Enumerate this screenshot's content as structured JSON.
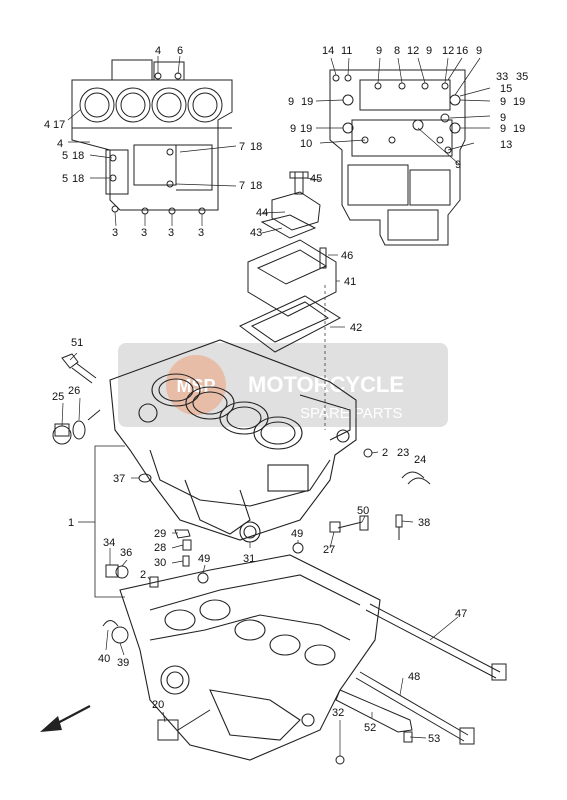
{
  "diagram": {
    "watermark": {
      "title": "MOTORCYCLE",
      "subtitle": "SPARE PARTS",
      "logo": "MSP"
    },
    "direction_arrow": "front-direction-arrow",
    "labels": [
      {
        "id": "L4a",
        "text": "4"
      },
      {
        "id": "L6",
        "text": "6"
      },
      {
        "id": "L4b",
        "text": "4"
      },
      {
        "id": "L17",
        "text": "17"
      },
      {
        "id": "L4c",
        "text": "4"
      },
      {
        "id": "L5a",
        "text": "5"
      },
      {
        "id": "L18a",
        "text": "18"
      },
      {
        "id": "L5b",
        "text": "5"
      },
      {
        "id": "L18b",
        "text": "18"
      },
      {
        "id": "L7a",
        "text": "7"
      },
      {
        "id": "L18c",
        "text": "18"
      },
      {
        "id": "L7b",
        "text": "7"
      },
      {
        "id": "L18d",
        "text": "18"
      },
      {
        "id": "L3a",
        "text": "3"
      },
      {
        "id": "L3b",
        "text": "3"
      },
      {
        "id": "L3c",
        "text": "3"
      },
      {
        "id": "L3d",
        "text": "3"
      },
      {
        "id": "L14",
        "text": "14"
      },
      {
        "id": "L11",
        "text": "11"
      },
      {
        "id": "L9a",
        "text": "9"
      },
      {
        "id": "L8",
        "text": "8"
      },
      {
        "id": "L9b",
        "text": "9"
      },
      {
        "id": "L12a",
        "text": "12"
      },
      {
        "id": "L12b",
        "text": "12"
      },
      {
        "id": "L16",
        "text": "16"
      },
      {
        "id": "L9c",
        "text": "9"
      },
      {
        "id": "L33",
        "text": "33"
      },
      {
        "id": "L35",
        "text": "35"
      },
      {
        "id": "L15",
        "text": "15"
      },
      {
        "id": "L9d",
        "text": "9"
      },
      {
        "id": "L19a",
        "text": "19"
      },
      {
        "id": "L9e",
        "text": "9"
      },
      {
        "id": "L19b",
        "text": "19"
      },
      {
        "id": "L9f",
        "text": "9"
      },
      {
        "id": "L9g",
        "text": "9"
      },
      {
        "id": "L19c",
        "text": "19"
      },
      {
        "id": "L9h",
        "text": "9"
      },
      {
        "id": "L19d",
        "text": "19"
      },
      {
        "id": "L10",
        "text": "10"
      },
      {
        "id": "L13",
        "text": "13"
      },
      {
        "id": "L9i",
        "text": "9"
      },
      {
        "id": "L45",
        "text": "45"
      },
      {
        "id": "L44",
        "text": "44"
      },
      {
        "id": "L43",
        "text": "43"
      },
      {
        "id": "L46",
        "text": "46"
      },
      {
        "id": "L41",
        "text": "41"
      },
      {
        "id": "L42",
        "text": "42"
      },
      {
        "id": "L51",
        "text": "51"
      },
      {
        "id": "L25",
        "text": "25"
      },
      {
        "id": "L26",
        "text": "26"
      },
      {
        "id": "L2a",
        "text": "2"
      },
      {
        "id": "L23",
        "text": "23"
      },
      {
        "id": "L24",
        "text": "24"
      },
      {
        "id": "L37",
        "text": "37"
      },
      {
        "id": "L1",
        "text": "1"
      },
      {
        "id": "L50",
        "text": "50"
      },
      {
        "id": "L38",
        "text": "38"
      },
      {
        "id": "L29",
        "text": "29"
      },
      {
        "id": "L28",
        "text": "28"
      },
      {
        "id": "L30",
        "text": "30"
      },
      {
        "id": "L49a",
        "text": "49"
      },
      {
        "id": "L49b",
        "text": "49"
      },
      {
        "id": "L27",
        "text": "27"
      },
      {
        "id": "L31",
        "text": "31"
      },
      {
        "id": "L34",
        "text": "34"
      },
      {
        "id": "L36",
        "text": "36"
      },
      {
        "id": "L2b",
        "text": "2"
      },
      {
        "id": "L47",
        "text": "47"
      },
      {
        "id": "L40",
        "text": "40"
      },
      {
        "id": "L39",
        "text": "39"
      },
      {
        "id": "L48",
        "text": "48"
      },
      {
        "id": "L20",
        "text": "20"
      },
      {
        "id": "L32",
        "text": "32"
      },
      {
        "id": "L52",
        "text": "52"
      },
      {
        "id": "L53",
        "text": "53"
      }
    ]
  }
}
